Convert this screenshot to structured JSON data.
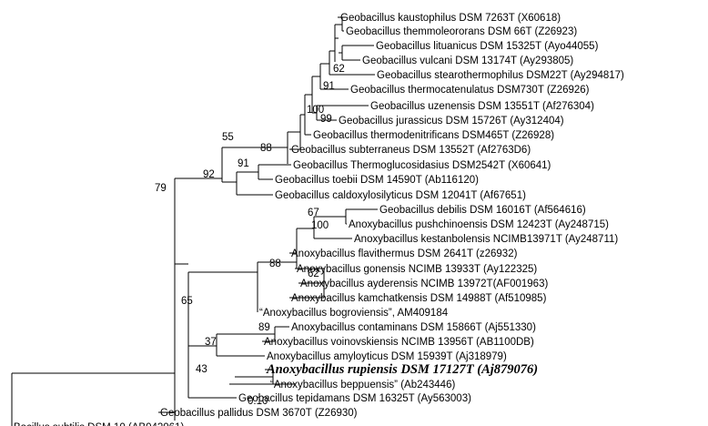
{
  "tree": {
    "leaves": [
      {
        "label": "Geobacillus kaustophilus DSM 7263T (X60618)"
      },
      {
        "label": "Geobacillus themmoleororans DSM 66T (Z26923)"
      },
      {
        "label": "Geobacillus lituanicus DSM 15325T (Ayo44055)"
      },
      {
        "label": "Geobacillus vulcani DSM 13174T (Ay293805)"
      },
      {
        "label": "Geobacillus stearothermophilus DSM22T (Ay294817)"
      },
      {
        "label": "Geobacillus thermocatenulatus DSM730T (Z26926)"
      },
      {
        "label": "Geobacillus uzenensis DSM 13551T (Af276304)"
      },
      {
        "label": "Geobacillus jurassicus DSM 15726T (Ay312404)"
      },
      {
        "label": "Geobacillus thermodenitrificans DSM465T (Z26928)"
      },
      {
        "label": "Geobacillus subterraneus DSM 13552T (Af2763D6)"
      },
      {
        "label": "Geobacillus Thermoglucosidasius DSM2542T (X60641)"
      },
      {
        "label": "Geobacillus toebii DSM 14590T (Ab116120)"
      },
      {
        "label": "Geobacillus caldoxylosilyticus DSM 12041T (Af67651)"
      },
      {
        "label": "Geobacillus debilis DSM 16016T (Af564616)"
      },
      {
        "label": "Anoxybacillus pushchinoensis DSM 12423T (Ay248715)"
      },
      {
        "label": "Anoxybacillus kestanbolensis NCIMB13971T (Ay248711)"
      },
      {
        "label": "Anoxybacillus flavithermus DSM 2641T (z26932)"
      },
      {
        "label": "Anoxybacillus gonensis NCIMB 13933T (Ay122325)"
      },
      {
        "label": "Anoxybacillus ayderensis NCIMB 13972T(AF001963)"
      },
      {
        "label": "Anoxybacillus kamchatkensis DSM 14988T (Af510985)"
      },
      {
        "label": "“Anoxybacillus bogroviensis”, AM409184"
      },
      {
        "label": "Anoxybacillus contaminans DSM 15866T (Aj551330)"
      },
      {
        "label": "Anoxybacillus voinovskiensis NCIMB 13956T (AB1100DB)"
      },
      {
        "label": "Anoxybacillus amyloyticus DSM 15939T (Aj318979)"
      },
      {
        "label": "Anoxybacillus rupiensis DSM 17127T (Aj879076)"
      },
      {
        "label": "“Anoxybacillus beppuensis” (Ab243446)"
      },
      {
        "label": "Geobacillus tepidamans DSM 16325T (Ay563003)"
      },
      {
        "label": "Geobacillus pallidus DSM 3670T (Z26930)"
      },
      {
        "label": "Bacillus subtilis DSM 10 (AB042061)"
      }
    ],
    "bootstraps": [
      "62",
      "91",
      "99",
      "100",
      "55",
      "88",
      "91",
      "92",
      "79",
      "67",
      "100",
      "62",
      "88",
      "65",
      "89",
      "37",
      "43"
    ],
    "scale_label": "0.10"
  }
}
